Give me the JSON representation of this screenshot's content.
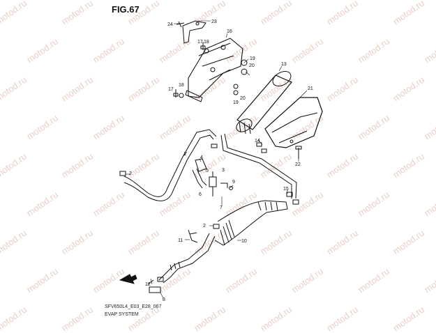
{
  "figure": {
    "title": "FIG.67"
  },
  "footer": {
    "code": "SFV650L4_E03_E28_067",
    "system": "EVAP SYSTEM"
  },
  "watermark": {
    "text": "motod.ru"
  },
  "parts": [
    {
      "id": "p23",
      "label": "23"
    },
    {
      "id": "p24",
      "label": "24"
    },
    {
      "id": "p16",
      "label": "16"
    },
    {
      "id": "p17a",
      "label": "17"
    },
    {
      "id": "p18a",
      "label": "18"
    },
    {
      "id": "p19a",
      "label": "19"
    },
    {
      "id": "p20a",
      "label": "20"
    },
    {
      "id": "p13",
      "label": "13"
    },
    {
      "id": "p21",
      "label": "21"
    },
    {
      "id": "p17b",
      "label": "17"
    },
    {
      "id": "p18b",
      "label": "18"
    },
    {
      "id": "p19b",
      "label": "19"
    },
    {
      "id": "p20b",
      "label": "20"
    },
    {
      "id": "p14",
      "label": "14"
    },
    {
      "id": "p22",
      "label": "22"
    },
    {
      "id": "p1",
      "label": "1"
    },
    {
      "id": "p2a",
      "label": "2"
    },
    {
      "id": "p4",
      "label": "4"
    },
    {
      "id": "p5",
      "label": "5"
    },
    {
      "id": "p6",
      "label": "6"
    },
    {
      "id": "p3",
      "label": "3"
    },
    {
      "id": "p9",
      "label": "9"
    },
    {
      "id": "p7",
      "label": "7"
    },
    {
      "id": "p15",
      "label": "15"
    },
    {
      "id": "p2b",
      "label": "2"
    },
    {
      "id": "p10",
      "label": "10"
    },
    {
      "id": "p11",
      "label": "11"
    },
    {
      "id": "p12",
      "label": "12"
    },
    {
      "id": "p8",
      "label": "8"
    }
  ]
}
